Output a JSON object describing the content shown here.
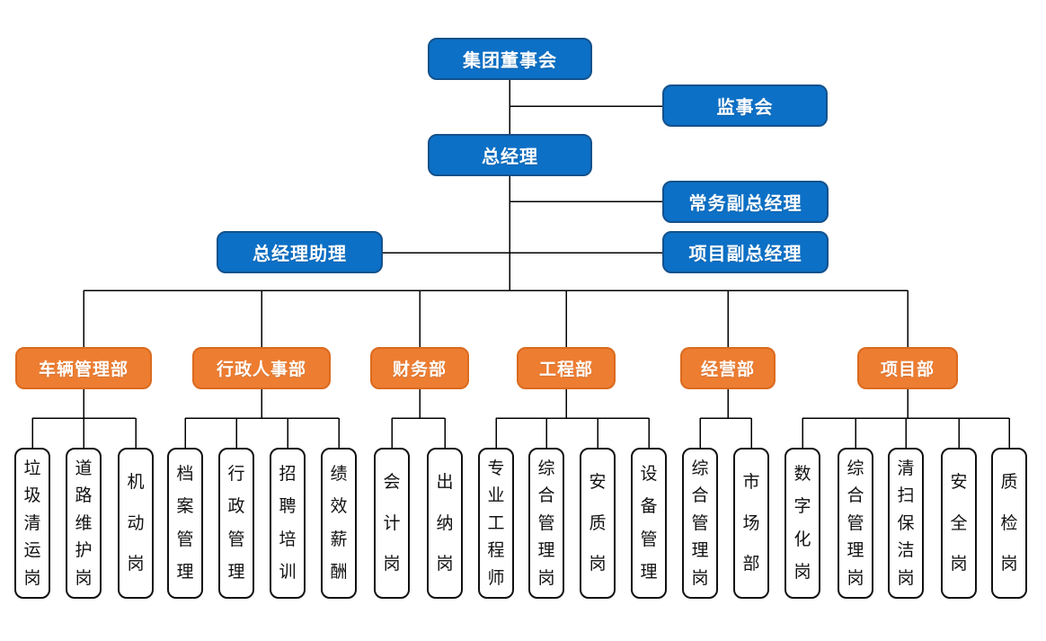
{
  "chart": {
    "board": "集团董事会",
    "supervisory_board": "监事会",
    "general_manager": "总经理",
    "executive_deputy_gm": "常务副总经理",
    "project_deputy_gm": "项目副总经理",
    "gm_assistant": "总经理助理",
    "departments": [
      {
        "label": "车辆管理部",
        "posts": [
          "垃圾清运岗",
          "道路维护岗",
          "机动岗"
        ]
      },
      {
        "label": "行政人事部",
        "posts": [
          "档案管理",
          "行政管理",
          "招聘培训",
          "绩效薪酬"
        ]
      },
      {
        "label": "财务部",
        "posts": [
          "会计岗",
          "出纳岗"
        ]
      },
      {
        "label": "工程部",
        "posts": [
          "专业工程师",
          "综合管理岗",
          "安质岗",
          "设备管理"
        ]
      },
      {
        "label": "经营部",
        "posts": [
          "综合管理岗",
          "市场部"
        ]
      },
      {
        "label": "项目部",
        "posts": [
          "数字化岗",
          "综合管理岗",
          "清扫保洁岗",
          "安全岗",
          "质检岗"
        ]
      }
    ]
  },
  "colors": {
    "executive_box_fill": "#0C70C6",
    "executive_box_border": "#14518C",
    "department_box_fill": "#ED7D31",
    "department_box_border": "#DB6A1E",
    "post_box_border": "#111111",
    "connector_line": "#000000",
    "background": "#FFFFFF"
  }
}
